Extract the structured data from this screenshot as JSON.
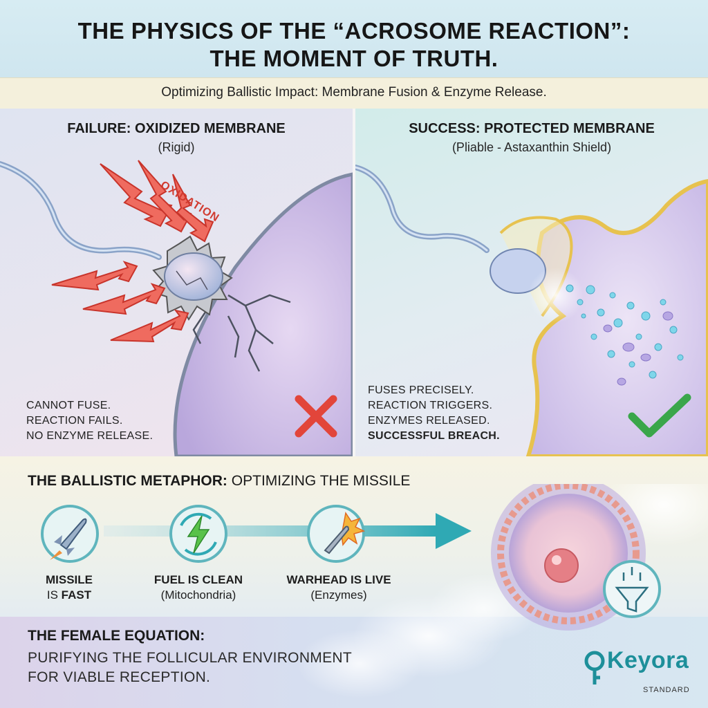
{
  "header": {
    "title_line1": "THE PHYSICS OF THE “ACROSOME REACTION”:",
    "title_line2": "THE MOMENT OF TRUTH.",
    "subtitle": "Optimizing Ballistic Impact: Membrane Fusion & Enzyme Release."
  },
  "failure_panel": {
    "title": "FAILURE: OXIDIZED MEMBRANE",
    "subtitle": "(Rigid)",
    "oxidation_label": "OXIDATION",
    "lines": [
      "CANNOT FUSE.",
      "REACTION FAILS.",
      "NO ENZYME RELEASE."
    ],
    "status_icon": "x-mark-icon"
  },
  "success_panel": {
    "title": "SUCCESS: PROTECTED MEMBRANE",
    "subtitle": "(Pliable - Astaxanthin Shield)",
    "lines": [
      "FUSES PRECISELY.",
      "REACTION TRIGGERS.",
      "ENZYMES RELEASED."
    ],
    "line_bold": "SUCCESSFUL BREACH.",
    "status_icon": "check-mark-icon"
  },
  "metaphor": {
    "title_bold": "THE BALLISTIC METAPHOR:",
    "title_rest": " OPTIMIZING THE MISSILE",
    "items": [
      {
        "icon": "rocket-icon",
        "line1": "MISSILE",
        "line2_pre": "IS ",
        "line2_bold": "FAST"
      },
      {
        "icon": "lightning-recycle-icon",
        "line1": "FUEL IS CLEAN",
        "line2": "(Mitochondria)"
      },
      {
        "icon": "warhead-explosion-icon",
        "line1": "WARHEAD IS LIVE",
        "line2": "(Enzymes)"
      }
    ]
  },
  "female_equation": {
    "title": "THE FEMALE EQUATION:",
    "line1": "PURIFYING THE FOLLICULAR ENVIRONMENT",
    "line2": "FOR VIABLE RECEPTION."
  },
  "brand": {
    "name": "Keyora",
    "tagline": "STANDARD"
  },
  "colors": {
    "fail_red": "#e2453a",
    "success_green": "#3aa64a",
    "accent_teal": "#2fa9b4",
    "brand_teal": "#1d8f9a"
  }
}
